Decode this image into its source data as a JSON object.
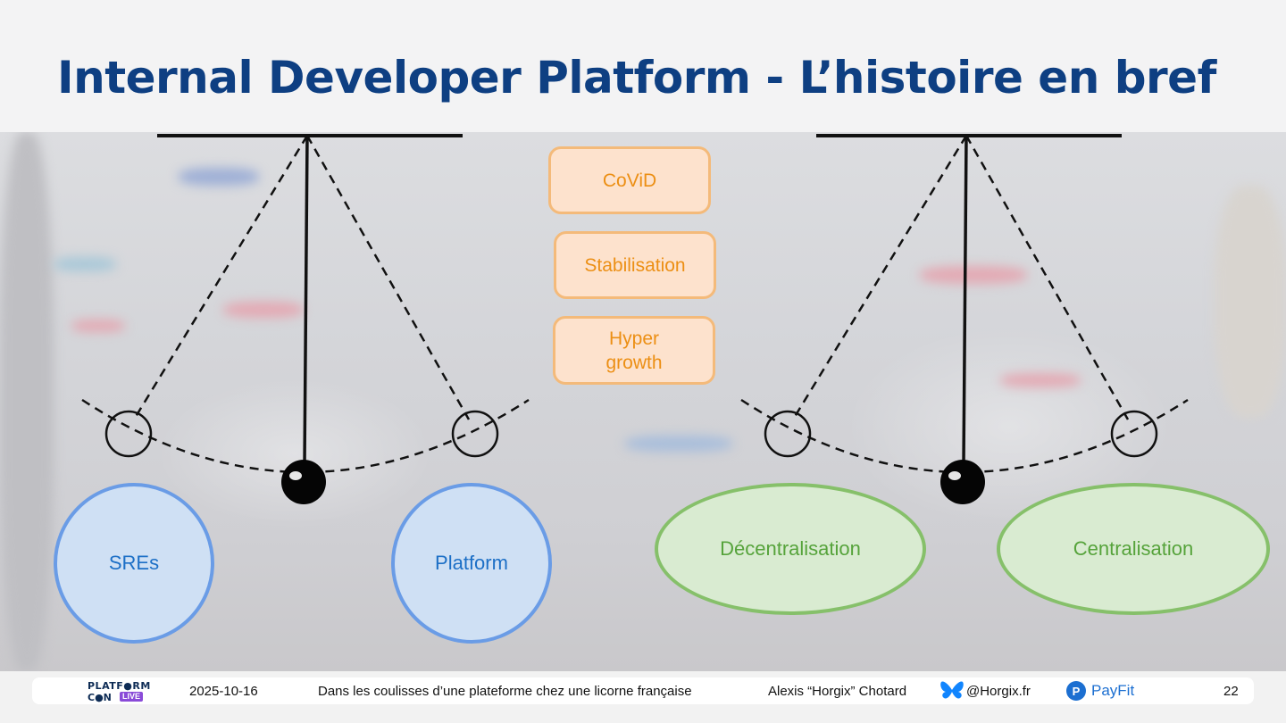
{
  "slide": {
    "title": "Internal Developer Platform  - L’histoire en bref",
    "events": [
      "CoViD",
      "Stabilisation",
      "Hyper growth"
    ],
    "left_pendulum": {
      "left_label": "SREs",
      "right_label": "Platform"
    },
    "right_pendulum": {
      "left_label": "Décentralisation",
      "right_label": "Centralisation"
    }
  },
  "footer": {
    "logo_top": "PLATF●RM",
    "logo_bottom": "C●N",
    "logo_badge": "LIVE",
    "date": "2025-10-16",
    "talk_title": "Dans les coulisses d’une plateforme chez une licorne française",
    "speaker": "Alexis “Horgix” Chotard",
    "handle": "@Horgix.fr",
    "company": "PayFit",
    "page_number": "22"
  },
  "colors": {
    "title": "#0e3f82",
    "event_fill": "#fde2cd",
    "event_border": "#f4ba7a",
    "event_text": "#ec8f14",
    "blue_fill": "#cfe0f4",
    "blue_border": "#6a9ce6",
    "blue_text": "#1c6fc6",
    "green_fill": "#d9ebd1",
    "green_border": "#86c06a",
    "green_text": "#56a33b"
  },
  "icons": [
    "bluesky-butterfly-icon",
    "payfit-logo-icon"
  ]
}
